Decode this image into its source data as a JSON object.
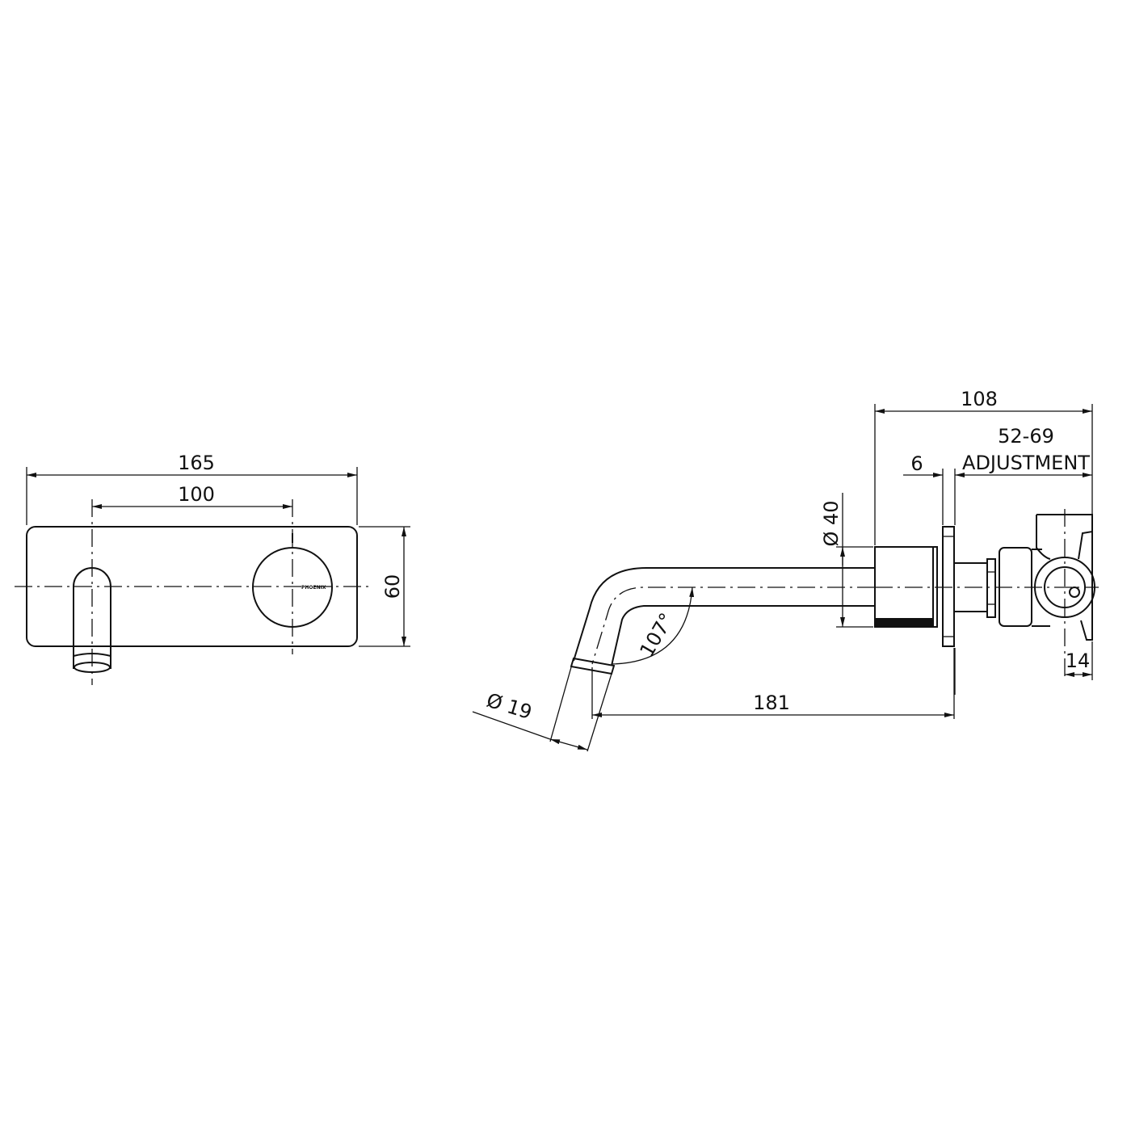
{
  "front_view": {
    "dims": {
      "overall_width": "165",
      "centres": "100",
      "height": "60"
    },
    "brand_mark": "PHOENIX"
  },
  "side_view": {
    "dims": {
      "overall_depth": "108",
      "adjustment_range": "52-69",
      "adjustment_label": "ADJUSTMENT",
      "flange": "6",
      "body_diameter": "Ø 40",
      "spout_angle": "107°",
      "spout_projection": "181",
      "spout_diameter": "Ø 19",
      "valve_offset": "14"
    }
  },
  "colors": {
    "line": "#111111",
    "background": "#ffffff"
  }
}
